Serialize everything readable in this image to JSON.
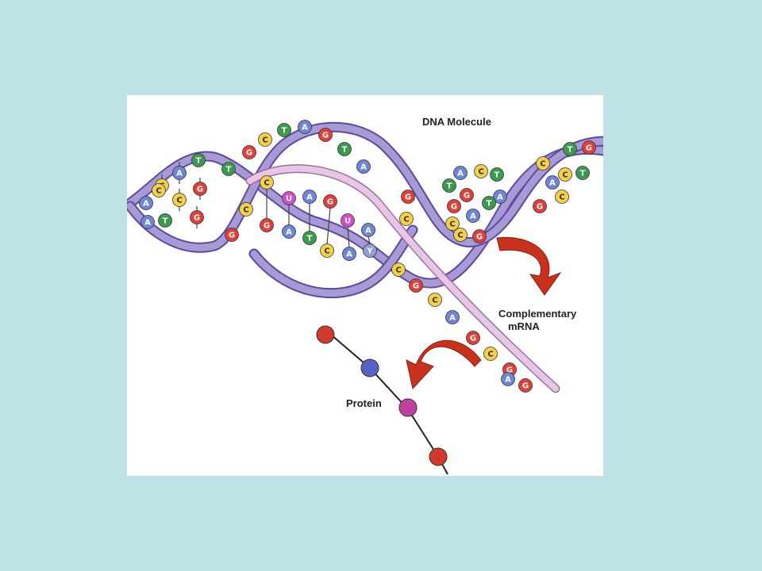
{
  "labels": {
    "dna": "DNA Molecule",
    "mrna_line1": "Complementary",
    "mrna_line2": "mRNA",
    "protein": "Protein"
  },
  "colors": {
    "background": "#bde1e4",
    "backbone": "#a99ad6",
    "backbone_edge": "#5b4aa0",
    "mrna_strand": "#e8c6e6",
    "arrow": "#c8321c",
    "A": "#6f86d6",
    "C": "#f4d04a",
    "G": "#e0403a",
    "T": "#3c9a4e",
    "U": "#d34dc8"
  },
  "dna_upper_strand_bases": [
    "G",
    "C",
    "T",
    "A",
    "G",
    "T",
    "A"
  ],
  "dna_left_strand_bases": [
    "A",
    "C",
    "G",
    "C",
    "G"
  ],
  "dna_left_pair_bases": [
    "A",
    "T",
    "C",
    "A",
    "T",
    "T",
    "G"
  ],
  "mrna_paired_bases": [
    "C",
    "U",
    "A",
    "G",
    "U",
    "A"
  ],
  "dna_template_bases": [
    "C",
    "G",
    "A",
    "T",
    "C",
    "A",
    "Y"
  ],
  "dna_right_bases": [
    "G",
    "C",
    "T",
    "A",
    "G",
    "C",
    "T",
    "A",
    "G",
    "A",
    "T",
    "C",
    "G",
    "C",
    "C",
    "A",
    "T",
    "G",
    "C",
    "T",
    "G",
    "C"
  ],
  "mrna_tail_bases": [
    "C",
    "G",
    "C",
    "A",
    "G",
    "C",
    "G",
    "A",
    "G"
  ],
  "protein_chain": [
    "red",
    "blue",
    "magenta",
    "red"
  ]
}
